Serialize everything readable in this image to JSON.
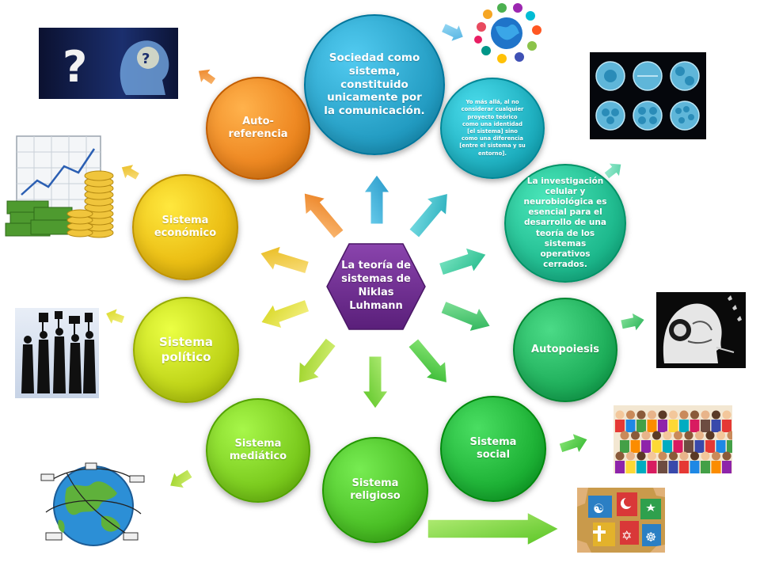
{
  "center": {
    "label": "La teoría de sistemas de Niklas Luhmann",
    "color": "#6a2a8a"
  },
  "nodes": {
    "sociedad": {
      "label": "Sociedad como sistema, constituido unicamente por la comunicación.",
      "color": "#2aa3c9"
    },
    "nota": {
      "label": "Yo más allá, al no considerar cualquier proyecto teórico como una identidad [el sistema] sino como una diferencia [entre el sistema y su entorno].",
      "color": "#23b4c4"
    },
    "investigacion": {
      "label": "La investigación celular y neurobiológica es esencial para el desarrollo de una teoría de los sistemas operativos cerrados.",
      "color": "#24bf93"
    },
    "autopoiesis": {
      "label": "Autopoiesis",
      "color": "#23b35f"
    },
    "social": {
      "label": "Sistema social",
      "color": "#22b63a"
    },
    "religioso": {
      "label": "Sistema religioso",
      "color": "#4fc42a"
    },
    "mediatico": {
      "label": "Sistema mediático",
      "color": "#7fcf22"
    },
    "politico": {
      "label": "Sistema político",
      "color": "#c3d81c"
    },
    "economico": {
      "label": "Sistema económico",
      "color": "#ecc016"
    },
    "autoreferencia": {
      "label": "Auto- referencia",
      "color": "#ef8a24"
    }
  },
  "icons": {
    "question_head": "question-head-image",
    "globe_apps": "globe-apps-image",
    "cells": "cells-image",
    "money_chart": "money-chart-image",
    "people_silhouettes": "people-silhouettes-image",
    "head_skeleton": "head-skeleton-image",
    "crowd": "crowd-image",
    "world_transport": "world-transport-image",
    "religion_symbols": "religion-symbols-image"
  }
}
